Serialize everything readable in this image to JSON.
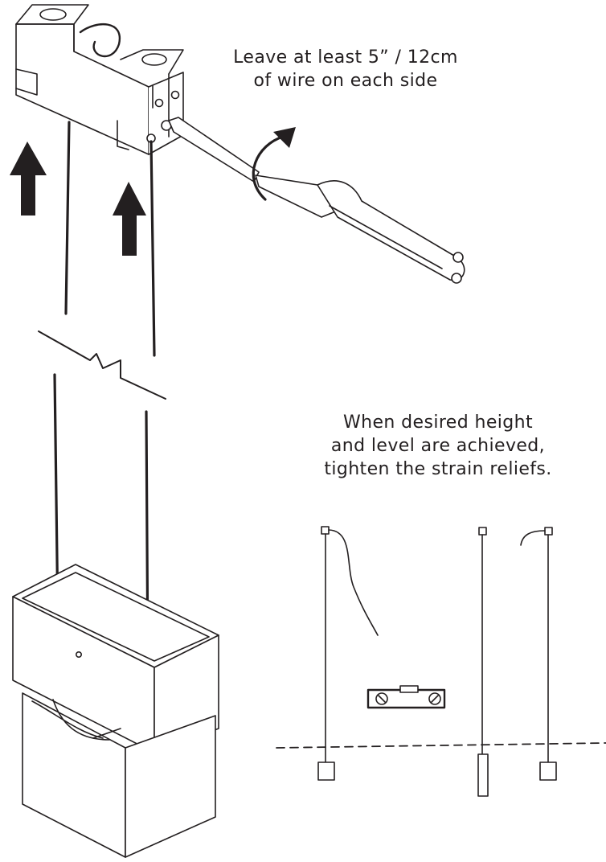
{
  "captions": {
    "wire_length": [
      "Leave at least 5” / 12cm",
      "of wire on each side"
    ],
    "strain_relief": [
      "When desired height",
      "and level are achieved,",
      "tighten the strain reliefs."
    ]
  },
  "colors": {
    "ink": "#231f20",
    "background": "#ffffff"
  },
  "icons": {
    "arrows": "up-arrow-icon",
    "rotation": "clockwise-rotate-icon"
  }
}
